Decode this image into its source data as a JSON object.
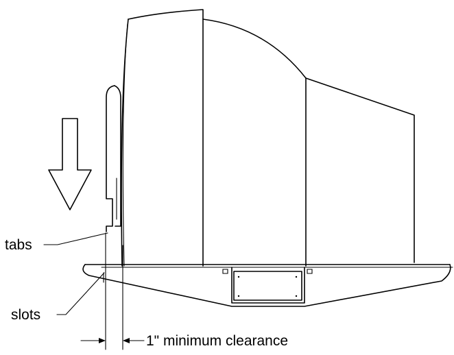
{
  "labels": {
    "tabs": "tabs",
    "slots": "slots",
    "clearance": "1\" minimum clearance"
  },
  "icons": {
    "direction_arrow": "down-arrow-icon"
  },
  "colors": {
    "ink": "#000000",
    "background": "#ffffff"
  }
}
